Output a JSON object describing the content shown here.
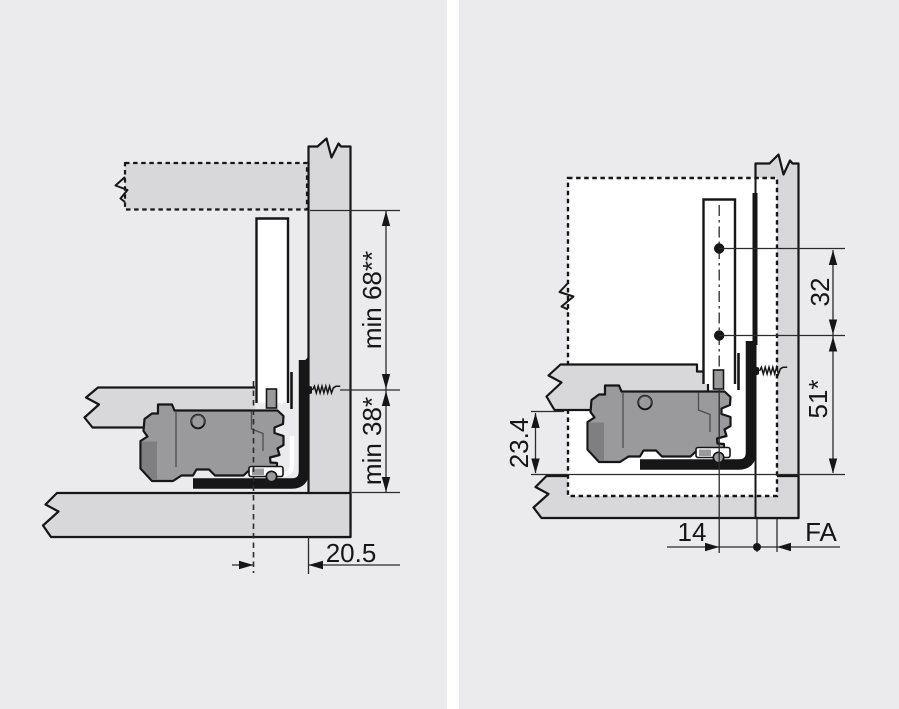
{
  "colors": {
    "background": "#ffffff",
    "panel_background": "#ebebed",
    "wood_fill": "#d8d8da",
    "mechanism_fill": "#9a9a9c",
    "line": "#161616"
  },
  "left_diagram": {
    "dim_back_height": "min 68**",
    "dim_front_height": "min 38*",
    "dim_setback": "20.5"
  },
  "right_diagram": {
    "dim_hole_spacing": "32",
    "dim_side_height": "51*",
    "dim_bottom_offset": "23.4",
    "dim_hole_to_back": "14",
    "dim_rear_gap": "FA"
  }
}
